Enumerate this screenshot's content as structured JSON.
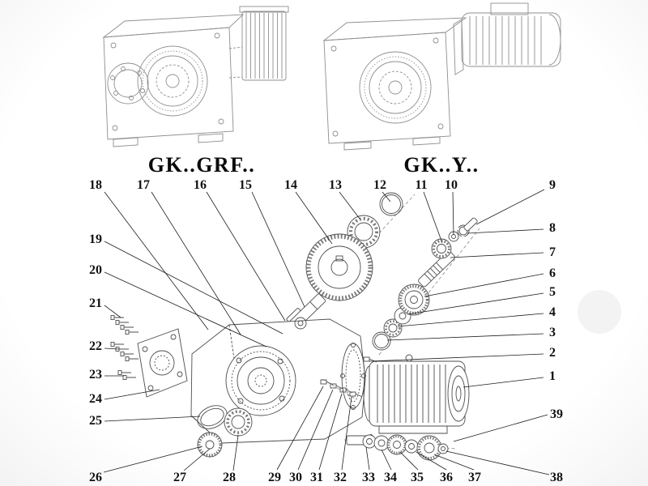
{
  "titles": {
    "left": "GK..GRF..",
    "right": "GK..Y.."
  },
  "callouts": [
    "1",
    "2",
    "3",
    "4",
    "5",
    "6",
    "7",
    "8",
    "9",
    "10",
    "11",
    "12",
    "13",
    "14",
    "15",
    "16",
    "17",
    "18",
    "19",
    "20",
    "21",
    "22",
    "23",
    "24",
    "25",
    "26",
    "27",
    "28",
    "29",
    "30",
    "31",
    "32",
    "33",
    "34",
    "35",
    "36",
    "37",
    "38",
    "39"
  ]
}
